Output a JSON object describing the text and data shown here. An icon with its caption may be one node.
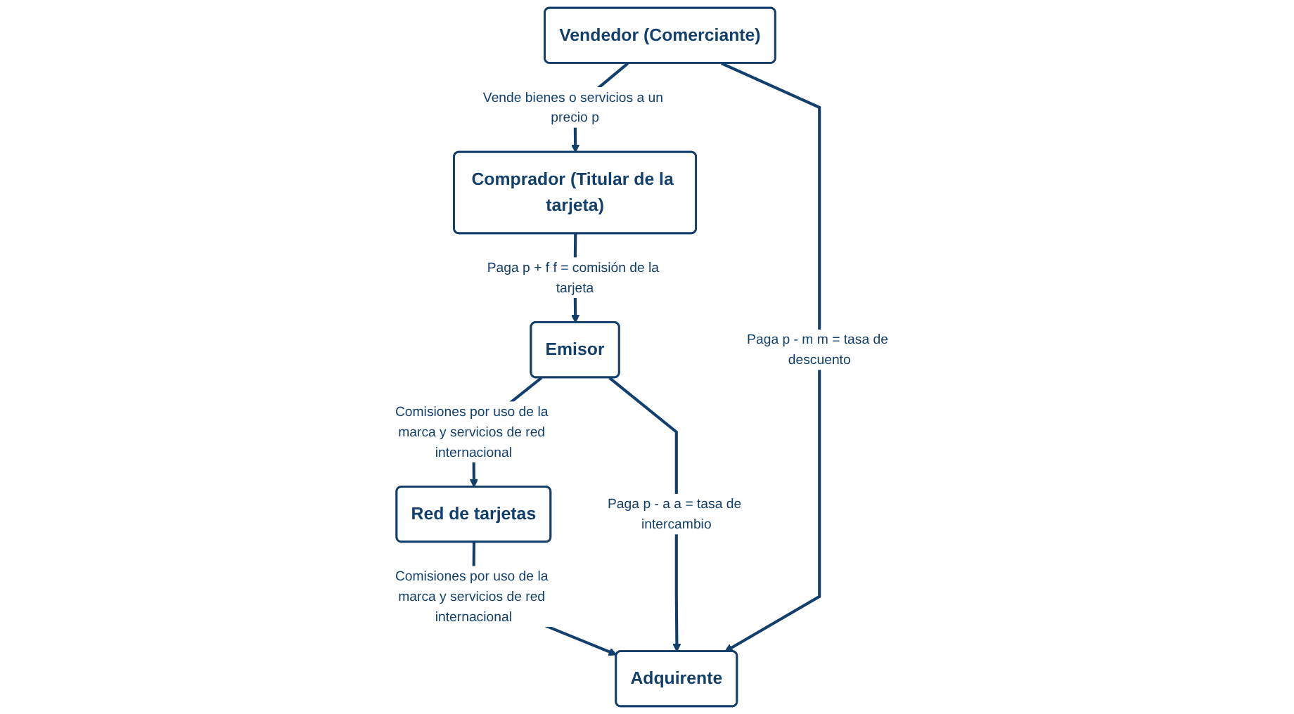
{
  "diagram": {
    "nodes": [
      {
        "text": [
          "Red de tarjetas"
        ]
      },
      {
        "text": [
          "Emisor"
        ]
      },
      {
        "text": [
          "Adquirente"
        ]
      },
      {
        "text": [
          "Comprador (Titular de la tarjeta)"
        ]
      },
      {
        "text": [
          "Vendedor (Comerciante)"
        ]
      }
    ],
    "edges": [
      {
        "from": 1,
        "to": 0,
        "arrow": "to",
        "label": "Comisiones por uso de la marca y servicios de red internacional"
      },
      {
        "from": 0,
        "to": 2,
        "arrow": "to",
        "label": "Comisiones por uso de la marca y servicios de red internacional"
      },
      {
        "from": 1,
        "to": 2,
        "arrow": "to",
        "label": "Paga p - a a = tasa de intercambio"
      },
      {
        "from": 3,
        "to": 1,
        "arrow": "to",
        "label": "Paga p + f f = comisión de la tarjeta"
      },
      {
        "from": 4,
        "to": 2,
        "arrow": "to",
        "label": "Paga p - m m = tasa de descuento"
      },
      {
        "from": 4,
        "to": 3,
        "arrow": "to",
        "label": "Vende bienes o servicios a un precio p"
      }
    ]
  }
}
